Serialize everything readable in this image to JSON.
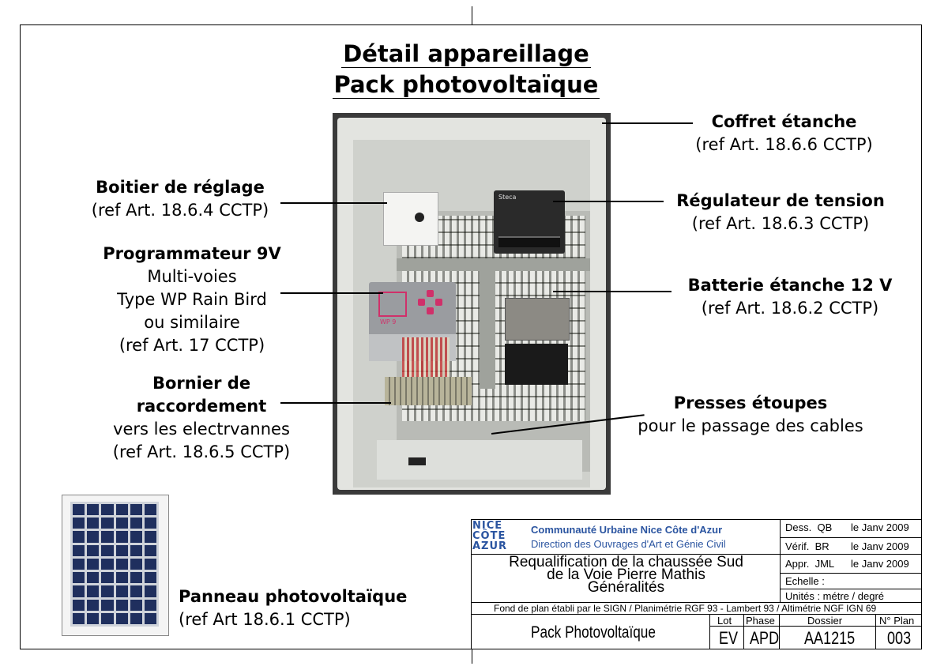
{
  "title": {
    "line1": "Détail appareillage",
    "line2": "Pack photovoltaïque"
  },
  "labels": {
    "coffret": {
      "name": "Coffret étanche",
      "ref": "(ref Art. 18.6.6 CCTP)"
    },
    "boitier": {
      "name": "Boitier de réglage",
      "ref": "(ref Art. 18.6.4 CCTP)"
    },
    "regulateur": {
      "name": "Régulateur de tension",
      "ref": "(ref Art. 18.6.3 CCTP)"
    },
    "programmateur": {
      "name": "Programmateur 9V",
      "line2": "Multi-voies",
      "line3": "Type WP Rain Bird",
      "line4": "ou similaire",
      "ref": "(ref Art. 17 CCTP)"
    },
    "batterie": {
      "name": "Batterie étanche 12 V",
      "ref": "(ref Art. 18.6.2 CCTP)"
    },
    "bornier": {
      "name1": "Bornier de",
      "name2": "raccordement",
      "line3": "vers les electrvannes",
      "ref": "(ref Art. 18.6.5 CCTP)"
    },
    "presses": {
      "name": "Presses étoupes",
      "line2": "pour le passage des cables"
    },
    "panneau": {
      "name": "Panneau photovoltaïque",
      "ref": "(ref Art 18.6.1 CCTP)"
    }
  },
  "photo_text": {
    "regulator_brand": "Steca",
    "programmer_model": "WP 9"
  },
  "title_block": {
    "logo": {
      "l1": "NICE",
      "l2": "CÔTE",
      "l3": "AZUR"
    },
    "org_line1": "Communauté Urbaine Nice Côte d'Azur",
    "org_line2": "Direction des Ouvrages d'Art et Génie Civil",
    "project_line1": "Requalification de la chaussée Sud",
    "project_line2": "de la Voie Pierre Mathis",
    "project_line3": "Généralités",
    "dess": {
      "label": "Dess.",
      "who": "QB",
      "date": "le Janv 2009"
    },
    "verif": {
      "label": "Vérif.",
      "who": "BR",
      "date": "le Janv 2009"
    },
    "appr": {
      "label": "Appr.",
      "who": "JML",
      "date": "le Janv 2009"
    },
    "echelle": "Echelle :",
    "unites": "Unités :  métre / degré",
    "fond_de_plan": "Fond de plan établi par le SIGN / Planimétrie RGF 93 - Lambert 93 / Altimétrie NGF IGN 69",
    "plan_name": "Pack Photovoltaïque",
    "lot_header": "Lot",
    "lot_value": "EV",
    "phase_header": "Phase",
    "phase_value": "APD",
    "dossier_header": "Dossier",
    "dossier_value": "AA1215",
    "nplan_header": "N° Plan",
    "nplan_value": "003"
  },
  "colors": {
    "logo_blue": "#2a54a0",
    "solar_cell": "#1f2f5e"
  }
}
